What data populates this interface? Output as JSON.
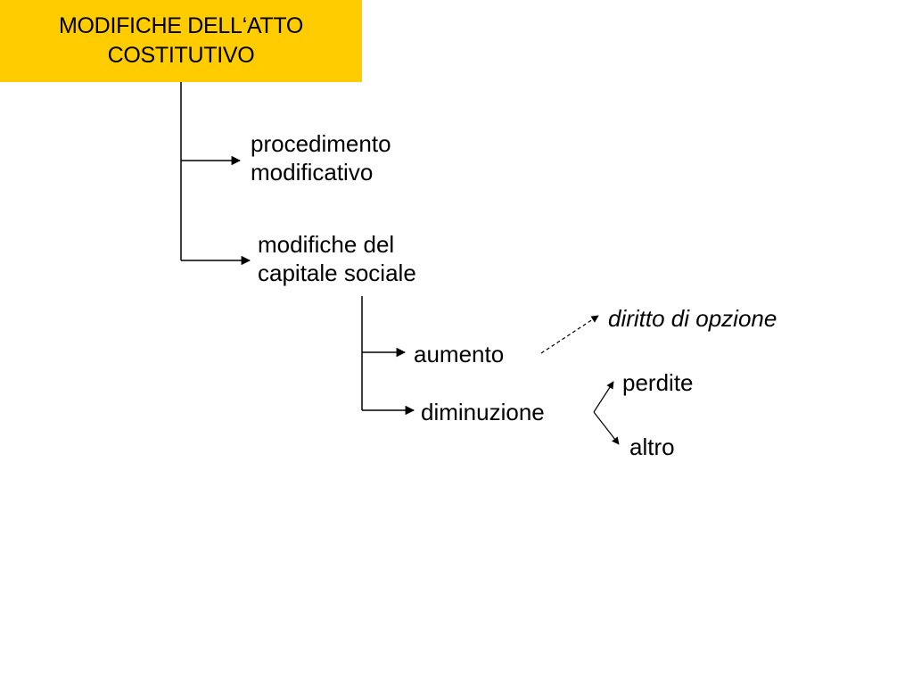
{
  "title": {
    "line1": "MODIFICHE DELL‘ATTO",
    "line2": "COSTITUTIVO",
    "background": "#ffcc00"
  },
  "nodes": {
    "procedimento": {
      "line1": "procedimento",
      "line2": "modificativo"
    },
    "capitale": {
      "line1": "modifiche del",
      "line2": "capitale sociale"
    },
    "aumento": {
      "label": "aumento"
    },
    "diminuzione": {
      "label": "diminuzione"
    },
    "opzione": {
      "label": "diritto di opzione"
    },
    "perdite": {
      "label": "perdite"
    },
    "altro": {
      "label": "altro"
    }
  }
}
